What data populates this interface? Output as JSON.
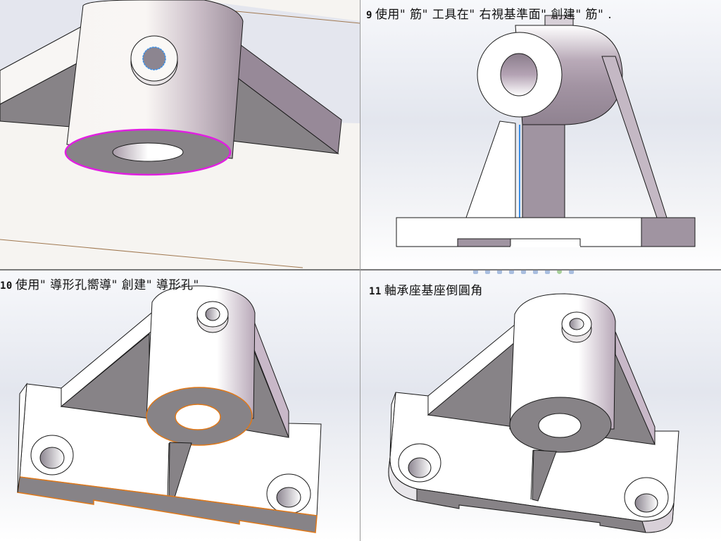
{
  "layout": "2x2 tutorial step grid",
  "panels": [
    {
      "id": "panel-1",
      "title": null,
      "description": "Close-up of bearing housing cylinder underside with selected bottom edge (magenta) and small boss hole (blue)",
      "highlight_colors": {
        "selected_edge": "#e020e0",
        "hole_edge": "#3a8ee6",
        "plane_line": "#a07850"
      }
    },
    {
      "id": "panel-2",
      "step_number": "9",
      "title": "使用\" 筋\" 工具在\" 右視基準面\" 創建\" 筋\" .",
      "description": "Right view of bearing housing: cylinder, vertical rib, angled rib, base plate",
      "highlight_colors": {
        "sketch_line": "#3a8ee6"
      }
    },
    {
      "id": "panel-3",
      "step_number": "10",
      "title": "使用\" 導形孔嚮導\" 創建\" 導形孔\"",
      "description": "Isometric view with counterbored holes on base; bottom edges highlighted orange",
      "highlight_colors": {
        "selected_edge": "#e07818"
      }
    },
    {
      "id": "panel-4",
      "step_number": "11",
      "title": "軸承座基座倒圓角",
      "description": "Isometric view with filleted base corners"
    }
  ],
  "colors": {
    "face_light": "#ffffff",
    "face_shade": "#9a8f9c",
    "face_dark": "#878387",
    "edge": "#1a1a1a",
    "background_top": "#f7f8fb",
    "background_mid": "#e3e6ee"
  }
}
